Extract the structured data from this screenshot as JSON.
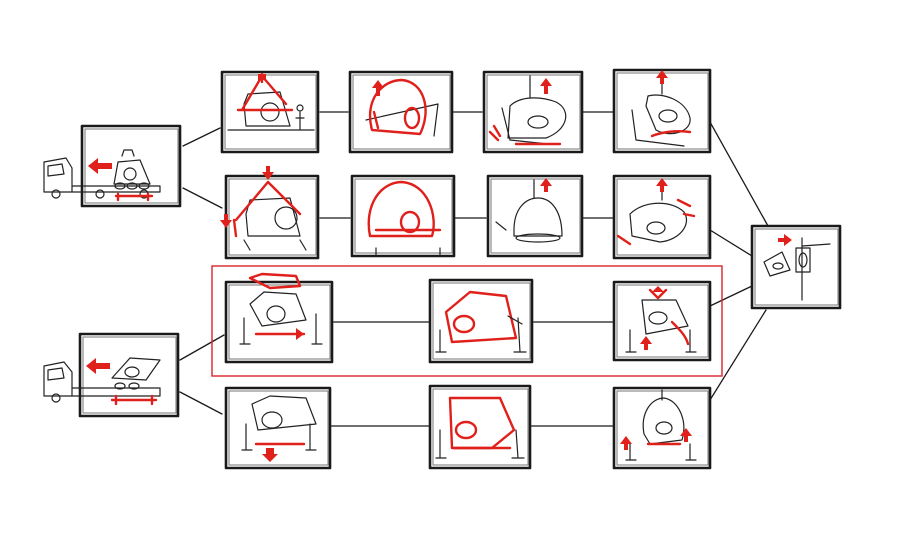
{
  "diagram": {
    "title": "",
    "background": "#ffffff",
    "ink_color": "#1a1a1a",
    "accent_color": "#e0201b",
    "sources": [
      {
        "id": "truck-top",
        "depicts": "truck-delivery-vehicle"
      },
      {
        "id": "truck-bottom",
        "depicts": "truck-delivery-vehicle"
      }
    ],
    "rows": [
      {
        "id": "row-1",
        "panels": [
          "lift-with-crane-sling",
          "lift-frame-removed",
          "hang-from-hook",
          "tilt-to-mount"
        ]
      },
      {
        "id": "row-2",
        "panels": [
          "lift-with-spreader-frame",
          "frame-detached",
          "hang-from-hook",
          "rotate-to-mount"
        ]
      },
      {
        "id": "row-3",
        "highlighted": true,
        "panels": [
          "jack-stands-lift",
          "tilt-on-stands",
          "hoist-from-stands"
        ]
      },
      {
        "id": "row-4",
        "panels": [
          "jack-stands-lower",
          "tilt-on-stands",
          "hoist-and-flip"
        ]
      }
    ],
    "result": {
      "id": "installed",
      "depicts": "installed-pod-on-wall"
    }
  }
}
